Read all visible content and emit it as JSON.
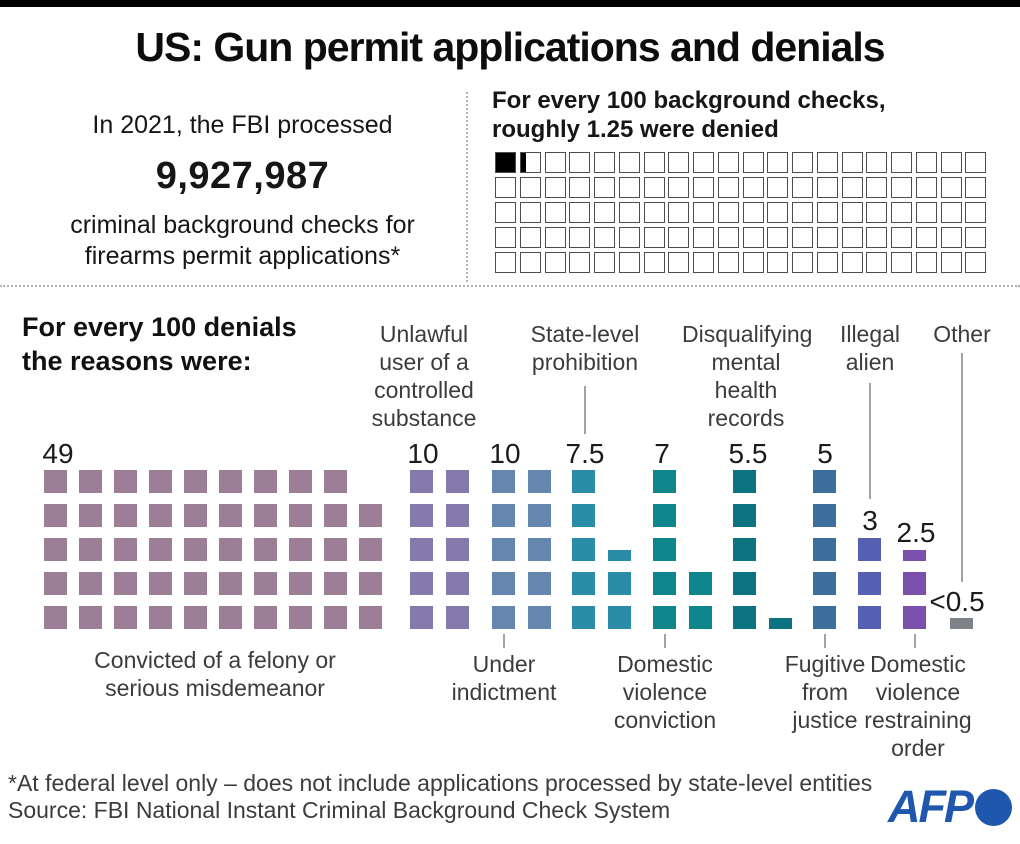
{
  "title": "US: Gun permit applications and denials",
  "header": {
    "stats": {
      "intro": "In 2021, the FBI processed",
      "big_number": "9,927,987",
      "detail_line1": "criminal background checks for",
      "detail_line2": "firearms permit applications*"
    },
    "checks": {
      "heading_line1": "For every 100 background checks,",
      "heading_line2": "roughly 1.25 were denied"
    }
  },
  "denials_heading": {
    "line1": "For every 100 denials",
    "line2": "the reasons were:"
  },
  "footer": {
    "note": "*At federal level only – does not include applications processed by state-level entities",
    "source": "Source: FBI National Instant Criminal Background Check System",
    "logo_text": "AFP",
    "logo_color": "#1e57ad"
  },
  "chart_data": [
    {
      "type": "waffle",
      "title": "For every 100 background checks, roughly 1.25 were denied",
      "total_squares": 100,
      "grid": {
        "rows": 5,
        "columns": 20
      },
      "filled_value": 1.25,
      "filled_color": "#000000",
      "empty_color": "#ffffff",
      "note": "1 full square and one quarter-filled square of 100"
    },
    {
      "type": "waffle",
      "title": "For every 100 denials the reasons were:",
      "rows": 5,
      "square_unit": 1,
      "categories": [
        {
          "label": "Convicted of a felony or serious misdemeanor",
          "value": 49,
          "value_label": "49",
          "color": "#9c7e96",
          "label_position": "bottom"
        },
        {
          "label": "Unlawful user of a controlled substance",
          "value": 10,
          "value_label": "10",
          "color": "#8679ab",
          "label_position": "top"
        },
        {
          "label": "Under indictment",
          "value": 10,
          "value_label": "10",
          "color": "#6486af",
          "label_position": "bottom"
        },
        {
          "label": "State-level prohibition",
          "value": 7.5,
          "value_label": "7.5",
          "color": "#2b8ca8",
          "label_position": "top"
        },
        {
          "label": "Domestic violence conviction",
          "value": 7,
          "value_label": "7",
          "color": "#0e868c",
          "label_position": "bottom"
        },
        {
          "label": "Disqualifying mental health records",
          "value": 5.5,
          "value_label": "5.5",
          "color": "#0e7380",
          "label_position": "top"
        },
        {
          "label": "Fugitive from justice",
          "value": 5,
          "value_label": "5",
          "color": "#3e6e9d",
          "label_position": "bottom"
        },
        {
          "label": "Illegal alien",
          "value": 3,
          "value_label": "3",
          "color": "#5560b3",
          "label_position": "top"
        },
        {
          "label": "Domestic violence restraining order",
          "value": 2.5,
          "value_label": "2.5",
          "color": "#7b50ad",
          "label_position": "bottom"
        },
        {
          "label": "Other",
          "value": 0.5,
          "value_label": "<0.5",
          "color": "#7d8288",
          "label_position": "top"
        }
      ]
    }
  ]
}
